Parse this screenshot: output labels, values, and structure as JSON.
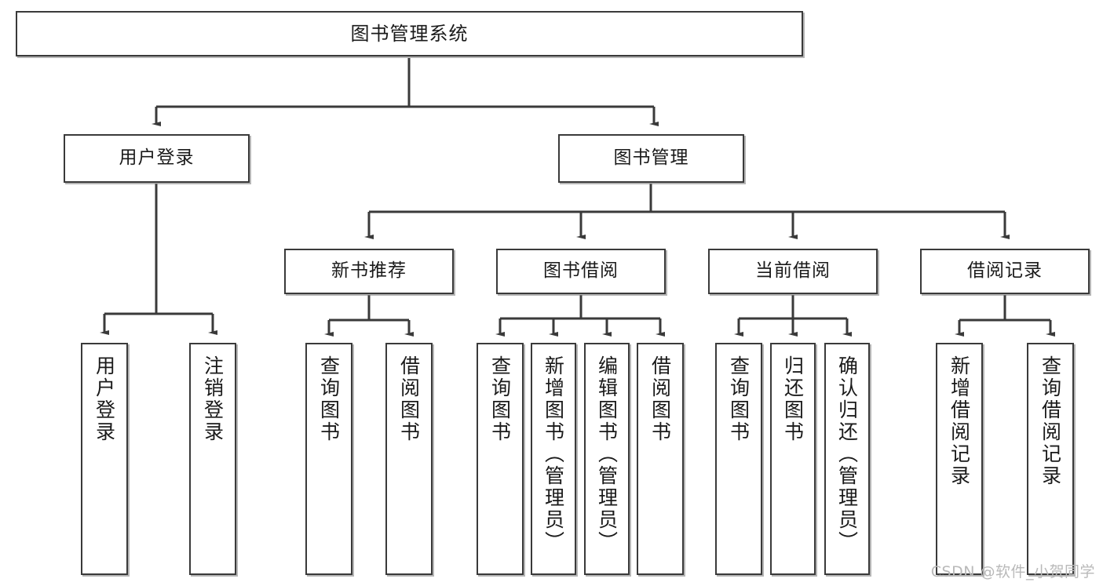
{
  "diagram": {
    "type": "tree-hierarchy",
    "title": "图书管理系统",
    "watermark": "CSDN @软件_小贺同学",
    "colors": {
      "background": "#ffffff",
      "box_border": "#3a3a3a",
      "box_fill": "#ffffff",
      "connector": "#3a3a3a",
      "text": "#1a1a1a",
      "watermark": "#b9b9b9"
    },
    "nodes": {
      "root": {
        "id": "root",
        "label": "图书管理系统",
        "level": 1,
        "orientation": "horizontal"
      },
      "level2": [
        {
          "id": "user-login",
          "label": "用户登录",
          "level": 2,
          "orientation": "horizontal"
        },
        {
          "id": "book-manage",
          "label": "图书管理",
          "level": 2,
          "orientation": "horizontal"
        }
      ],
      "level3": [
        {
          "id": "new-book-recommend",
          "label": "新书推荐",
          "level": 3,
          "orientation": "horizontal",
          "parent": "book-manage"
        },
        {
          "id": "book-borrow",
          "label": "图书借阅",
          "level": 3,
          "orientation": "horizontal",
          "parent": "book-manage"
        },
        {
          "id": "current-borrow",
          "label": "当前借阅",
          "level": 3,
          "orientation": "horizontal",
          "parent": "book-manage"
        },
        {
          "id": "borrow-record",
          "label": "借阅记录",
          "level": 3,
          "orientation": "horizontal",
          "parent": "book-manage"
        }
      ],
      "leaves": [
        {
          "id": "leaf-user-login",
          "label": "用户登录",
          "parent": "user-login"
        },
        {
          "id": "leaf-logout",
          "label": "注销登录",
          "parent": "user-login"
        },
        {
          "id": "leaf-query-book-1",
          "label": "查询图书",
          "parent": "new-book-recommend"
        },
        {
          "id": "leaf-borrow-book-1",
          "label": "借阅图书",
          "parent": "new-book-recommend"
        },
        {
          "id": "leaf-query-book-2",
          "label": "查询图书",
          "parent": "book-borrow"
        },
        {
          "id": "leaf-add-book",
          "label": "新增图书（管理员）",
          "parent": "book-borrow"
        },
        {
          "id": "leaf-edit-book",
          "label": "编辑图书（管理员）",
          "parent": "book-borrow"
        },
        {
          "id": "leaf-borrow-book-2",
          "label": "借阅图书",
          "parent": "book-borrow"
        },
        {
          "id": "leaf-query-book-3",
          "label": "查询图书",
          "parent": "current-borrow"
        },
        {
          "id": "leaf-return-book",
          "label": "归还图书",
          "parent": "current-borrow"
        },
        {
          "id": "leaf-confirm-return",
          "label": "确认归还（管理员）",
          "parent": "current-borrow"
        },
        {
          "id": "leaf-add-record",
          "label": "新增借阅记录",
          "parent": "borrow-record"
        },
        {
          "id": "leaf-query-record",
          "label": "查询借阅记录",
          "parent": "borrow-record"
        }
      ]
    }
  }
}
